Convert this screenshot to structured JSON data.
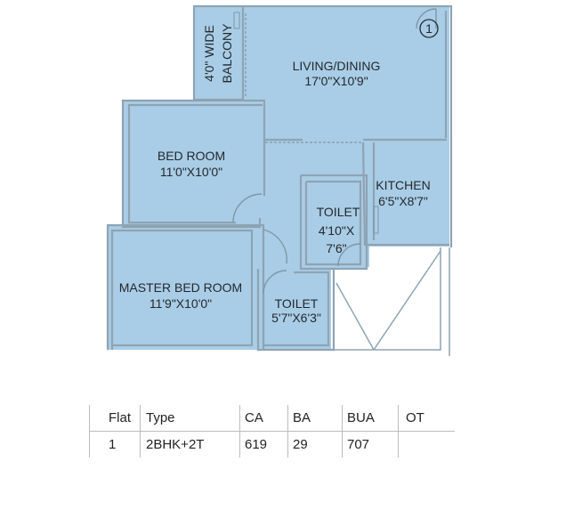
{
  "plan": {
    "fill_color": "#a9cde6",
    "wall_color": "#8ea3b3",
    "unit_marker": "1",
    "rooms": {
      "living": {
        "name": "LIVING/DINING",
        "size": "17'0\"X10'9\""
      },
      "balcony": {
        "name_line1": "4'0\" WIDE",
        "name_line2": "BALCONY"
      },
      "bedroom": {
        "name": "BED ROOM",
        "size": "11'0\"X10'0\""
      },
      "kitchen": {
        "name": "KITCHEN",
        "size": "6'5\"X8'7\""
      },
      "toilet1": {
        "name": "TOILET",
        "size_line1": "4'10\"X",
        "size_line2": "7'6\""
      },
      "master": {
        "name": "MASTER BED ROOM",
        "size": "11'9\"X10'0\""
      },
      "toilet2": {
        "name": "TOILET",
        "size": "5'7\"X6'3\""
      }
    }
  },
  "table": {
    "headers": [
      "Flat",
      "Type",
      "CA",
      "BA",
      "BUA",
      "OT"
    ],
    "row": [
      "1",
      "2BHK+2T",
      "619",
      "29",
      "707",
      ""
    ]
  }
}
